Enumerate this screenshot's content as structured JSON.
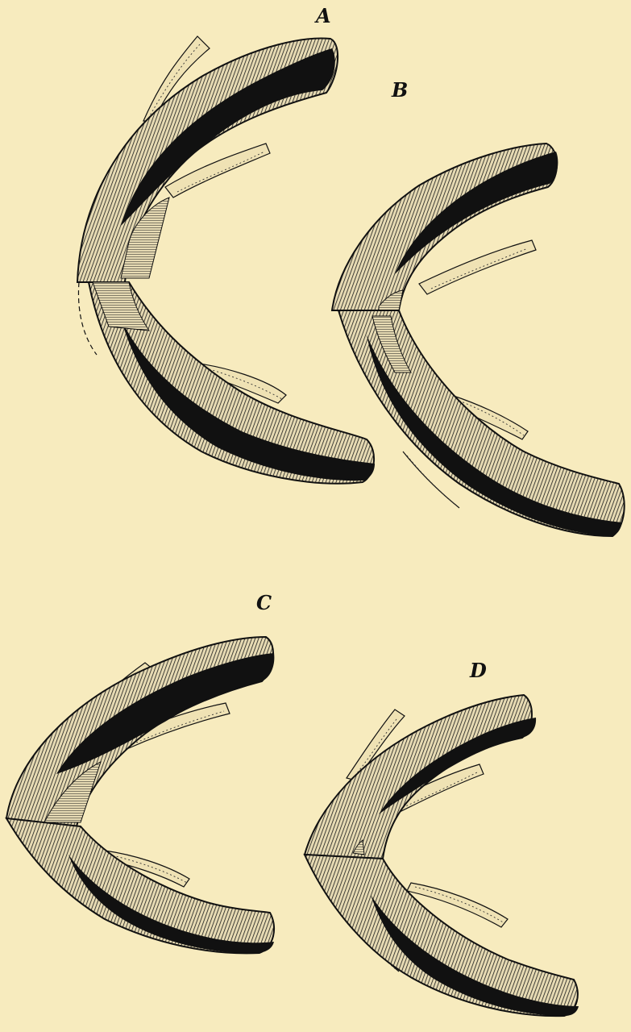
{
  "figure": {
    "panels": [
      {
        "id": "A",
        "label": "A"
      },
      {
        "id": "B",
        "label": "B"
      },
      {
        "id": "C",
        "label": "C"
      },
      {
        "id": "D",
        "label": "D"
      }
    ],
    "colors": {
      "paper": "#f7ebbe",
      "ink": "#111111",
      "hatch_fill": "#d8cda6",
      "fringe_fill": "#efe2b4"
    }
  }
}
